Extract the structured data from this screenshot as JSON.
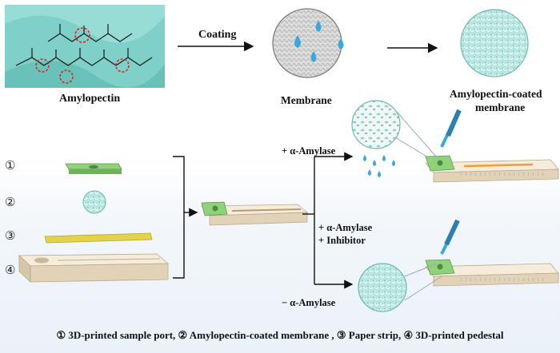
{
  "top": {
    "amylopectin_label": "Amylopectin",
    "coating_label": "Coating",
    "membrane_label": "Membrane",
    "coated_membrane_label_line1": "Amylopectin-coated",
    "coated_membrane_label_line2": "membrane"
  },
  "components": {
    "markers": [
      "①",
      "②",
      "③",
      "④"
    ]
  },
  "conditions": {
    "plus_amylase": "+ α-Amylase",
    "inhibitor_line1": "+ α-Amylase",
    "inhibitor_line2": "+ Inhibitor",
    "minus_amylase": "− α-Amylase"
  },
  "caption": "① 3D-printed sample port, ② Amylopectin-coated membrane , ③ Paper strip, ④ 3D-printed pedestal",
  "colors": {
    "teal": "#7fd0c8",
    "green_port": "#8fd27a",
    "strip_yellow": "#e3d24a",
    "pedestal": "#efe3cf",
    "track_orange": "#f0a030",
    "drop_blue": "#3aa8dc"
  }
}
